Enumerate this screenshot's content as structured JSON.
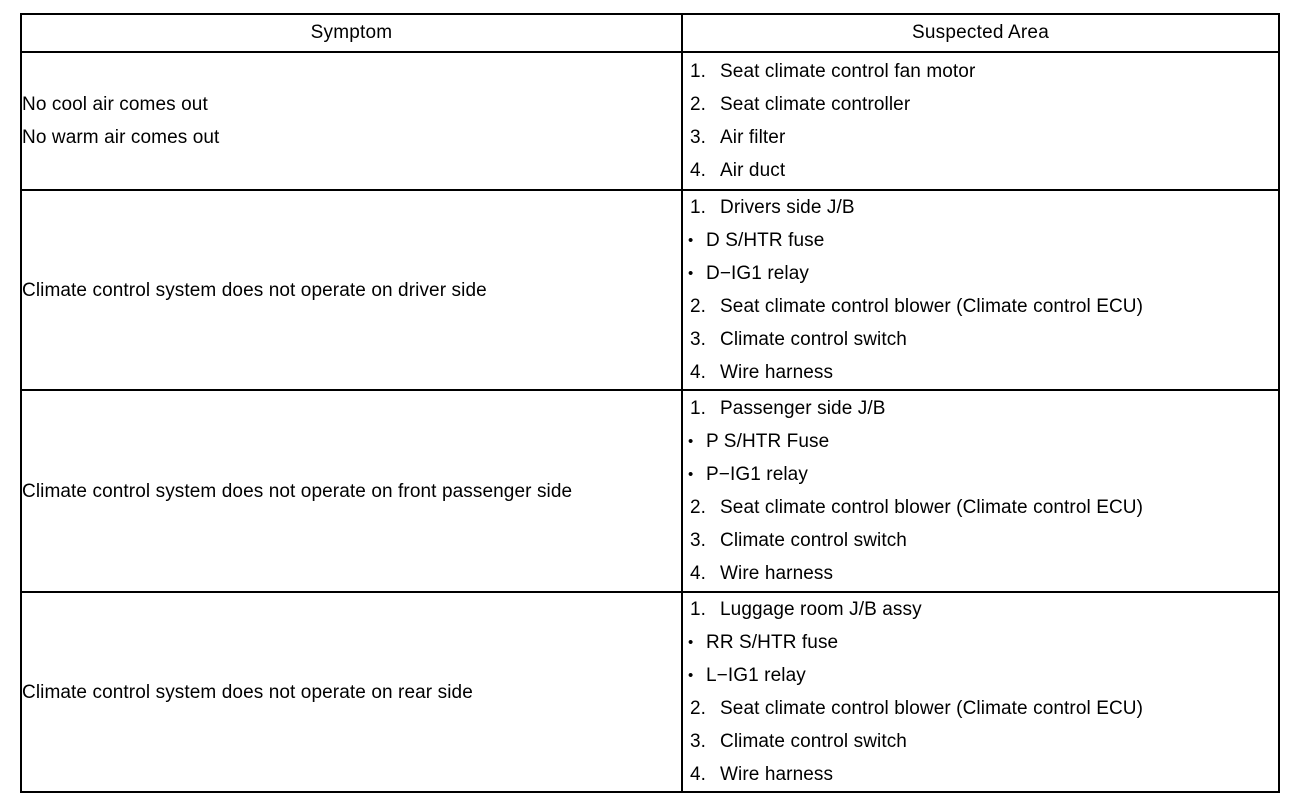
{
  "table": {
    "headers": [
      "Symptom",
      "Suspected Area"
    ],
    "rows": [
      {
        "symptom_lines": [
          "No cool air comes out",
          "No warm air comes out"
        ],
        "suspected_area": [
          {
            "marker": "1.",
            "type": "number",
            "text": "Seat climate control fan motor"
          },
          {
            "marker": "2.",
            "type": "number",
            "text": "Seat climate controller"
          },
          {
            "marker": "3.",
            "type": "number",
            "text": "Air filter"
          },
          {
            "marker": "4.",
            "type": "number",
            "text": "Air duct"
          }
        ]
      },
      {
        "symptom_lines": [
          "Climate control system does not operate on driver side"
        ],
        "suspected_area": [
          {
            "marker": "1.",
            "type": "number",
            "text": "Drivers side J/B"
          },
          {
            "marker": "•",
            "type": "bullet",
            "text": "D S/HTR fuse"
          },
          {
            "marker": "•",
            "type": "bullet",
            "text": "D−IG1 relay"
          },
          {
            "marker": "2.",
            "type": "number",
            "text": "Seat climate control blower (Climate control ECU)"
          },
          {
            "marker": "3.",
            "type": "number",
            "text": "Climate control switch"
          },
          {
            "marker": "4.",
            "type": "number",
            "text": "Wire harness"
          }
        ]
      },
      {
        "symptom_lines": [
          "Climate control system does not operate on front passenger side"
        ],
        "suspected_area": [
          {
            "marker": "1.",
            "type": "number",
            "text": "Passenger side J/B"
          },
          {
            "marker": "•",
            "type": "bullet",
            "text": "P S/HTR Fuse"
          },
          {
            "marker": "•",
            "type": "bullet",
            "text": "P−IG1 relay"
          },
          {
            "marker": "2.",
            "type": "number",
            "text": "Seat climate control blower (Climate control ECU)"
          },
          {
            "marker": "3.",
            "type": "number",
            "text": "Climate control switch"
          },
          {
            "marker": "4.",
            "type": "number",
            "text": "Wire harness"
          }
        ]
      },
      {
        "symptom_lines": [
          "Climate control system does not operate on rear side"
        ],
        "suspected_area": [
          {
            "marker": "1.",
            "type": "number",
            "text": "Luggage room J/B assy"
          },
          {
            "marker": "•",
            "type": "bullet",
            "text": "RR S/HTR fuse"
          },
          {
            "marker": "•",
            "type": "bullet",
            "text": "L−IG1 relay"
          },
          {
            "marker": "2.",
            "type": "number",
            "text": "Seat climate control blower (Climate control ECU)"
          },
          {
            "marker": "3.",
            "type": "number",
            "text": "Climate control switch"
          },
          {
            "marker": "4.",
            "type": "number",
            "text": "Wire harness"
          }
        ]
      }
    ]
  },
  "colors": {
    "border": "#000000",
    "text": "#000000",
    "background": "#ffffff"
  }
}
